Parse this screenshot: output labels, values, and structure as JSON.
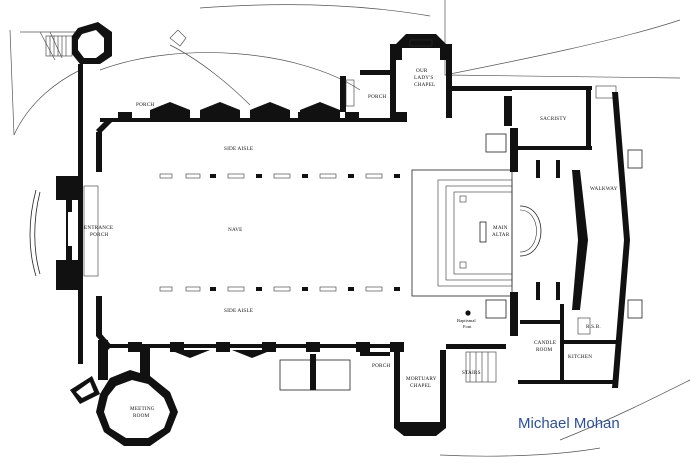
{
  "labels": {
    "side_aisle_top": "SIDE AISLE",
    "side_aisle_bottom": "SIDE AISLE",
    "nave": "NAVE",
    "entrance_porch_1": "ENTRANCE",
    "entrance_porch_2": "PORCH",
    "porch_left": "PORCH",
    "porch_top": "PORCH",
    "porch_bottom": "PORCH",
    "our_ladys_chapel_1": "OUR",
    "our_ladys_chapel_2": "LADY'S",
    "our_ladys_chapel_3": "CHAPEL",
    "sacristy": "SACRISTY",
    "walkway": "WALKWAY",
    "main_altar_1": "MAIN",
    "main_altar_2": "ALTAR",
    "baptismal_font_1": "Baptismal",
    "baptismal_font_2": "Font",
    "candle_room_1": "CANDLE",
    "candle_room_2": "ROOM",
    "kitchen": "KITCHEN",
    "rsb": "R.S.B.",
    "mortuary_chapel_1": "MORTUARY",
    "mortuary_chapel_2": "CHAPEL",
    "stairs": "STAIRS",
    "meeting_room_1": "MEETING",
    "meeting_room_2": "ROOM"
  },
  "credit": "Michael Mohan",
  "colors": {
    "wall": "#111111",
    "credit": "#2a4fa0"
  }
}
